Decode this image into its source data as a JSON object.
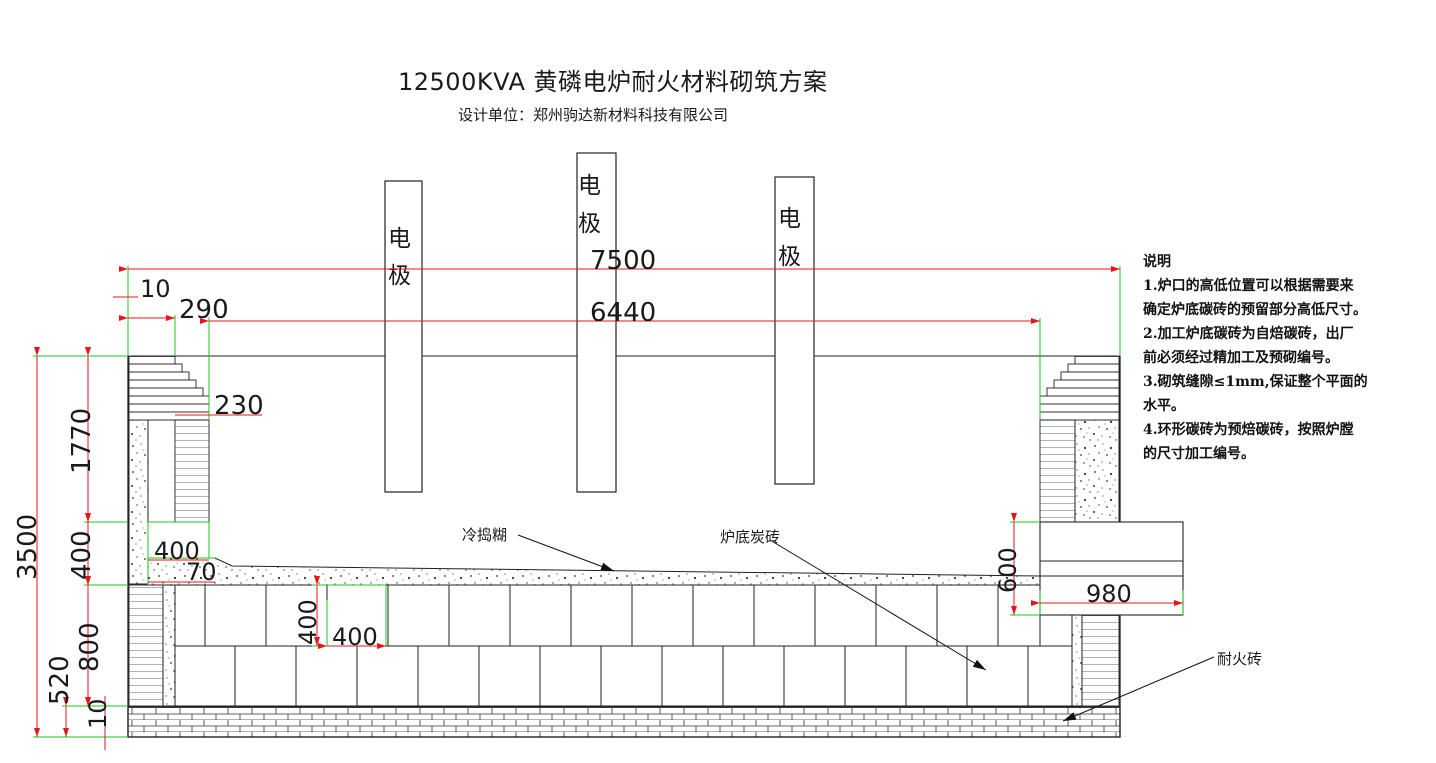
{
  "title": "12500KVA  黄磷电炉耐火材料砌筑方案",
  "subtitle": "设计单位：郑州驹达新材料科技有限公司",
  "electrodes": [
    {
      "line1": "电",
      "line2": "极"
    },
    {
      "line1": "电",
      "line2": "极"
    },
    {
      "line1": "电",
      "line2": "极"
    }
  ],
  "dimensions": {
    "total_width": "7500",
    "inner_width": "6440",
    "d10_top": "10",
    "d290": "290",
    "d230": "230",
    "d1770": "1770",
    "d400_left": "400",
    "d3500": "3500",
    "d800": "800",
    "d520": "520",
    "d10_bottom": "10",
    "d400_lip": "400",
    "d70": "70",
    "d400_block_h": "400",
    "d400_block_w": "400",
    "d600": "600",
    "d980": "980"
  },
  "labels": {
    "ramming": "冷捣糊",
    "bottom_carbon": "炉底炭砖",
    "firebrick": "耐火砖"
  },
  "notes": {
    "heading": "说明",
    "lines": [
      "1.炉口的高低位置可以根据需要来",
      "确定炉底碳砖的预留部分高低尺寸。",
      "2.加工炉底碳砖为自焙碳砖，出厂",
      "前必须经过精加工及预砌编号。",
      "3.砌筑缝隙≤1mm,保证整个平面的",
      "水平。",
      "4.环形碳砖为预焙碳砖，按照炉膛",
      "的尺寸加工编号。"
    ]
  },
  "colors": {
    "dimension_line": "#e8141c",
    "extension_line": "#19c919",
    "outline": "#222222"
  }
}
